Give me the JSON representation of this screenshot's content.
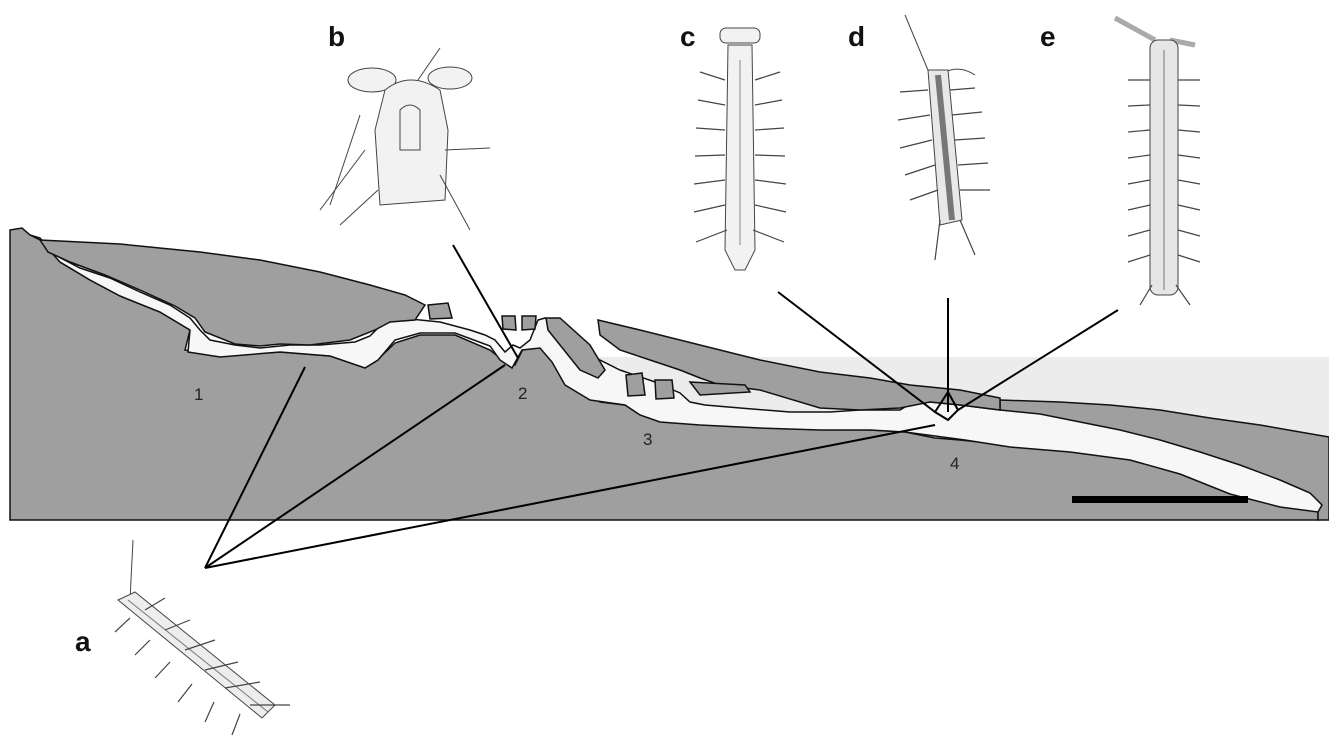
{
  "figure": {
    "panels": [
      {
        "letter": "a",
        "subject": "annelid specimen (lower left)"
      },
      {
        "letter": "b",
        "subject": "annelid head detail"
      },
      {
        "letter": "c",
        "subject": "annelid specimen"
      },
      {
        "letter": "d",
        "subject": "annelid specimen"
      },
      {
        "letter": "e",
        "subject": "annelid specimen"
      }
    ],
    "sites": [
      {
        "label": "1"
      },
      {
        "label": "2"
      },
      {
        "label": "3"
      },
      {
        "label": "4"
      }
    ],
    "colors": {
      "rock": "#9f9f9f",
      "water_band": "#ececec",
      "cave_void": "#f7f7f7",
      "outline": "#111111",
      "line": "#000000"
    }
  }
}
